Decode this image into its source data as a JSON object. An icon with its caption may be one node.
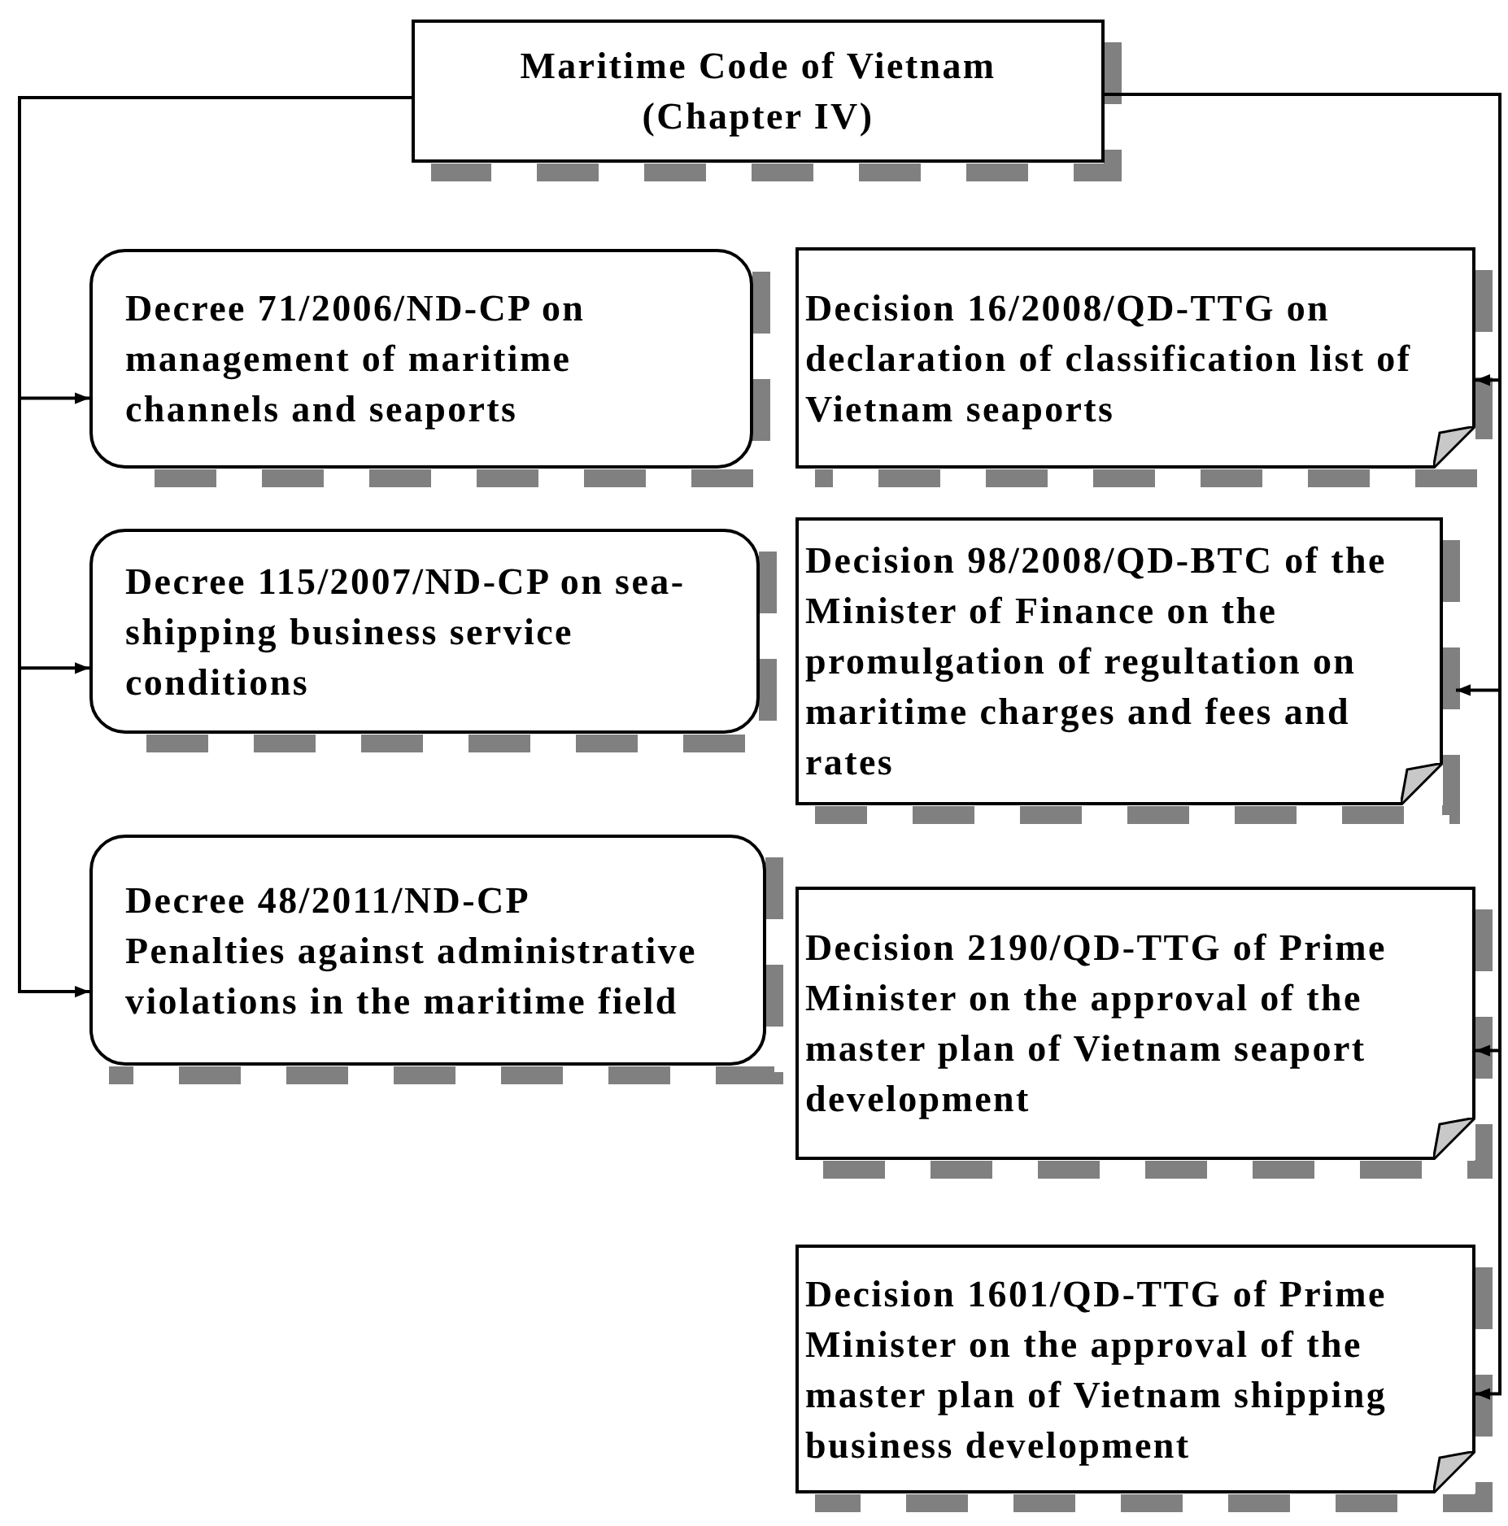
{
  "diagram": {
    "nodes": [
      {
        "text": [
          "Maritime Code of Vietnam (Chapter IV)"
        ]
      },
      {
        "text": [
          "Decree 71/2006/ND-CP on management of maritime channels and seaports"
        ]
      },
      {
        "text": [
          "Decree 115/2007/ND-CP on sea-shipping business service conditions"
        ]
      },
      {
        "text": [
          "Decree 48/2011/ND-CP Penalties against administrative violations in the maritime field"
        ]
      },
      {
        "text": [
          "Decision 16/2008/QD-TTG on declaration of classification list of Vietnam seaports"
        ]
      },
      {
        "text": [
          "Decision 98/2008/QD-BTC of the Minister of Finance on the promulgation of regultation on maritime charges and fees and rates"
        ]
      },
      {
        "text": [
          "Decision 2190/QD-TTG of Prime Minister on the approval of the master plan of Vietnam seaport development"
        ]
      },
      {
        "text": [
          "Decision 1601/QD-TTG of Prime Minister on the approval of the master plan of Vietnam shipping business development"
        ]
      }
    ],
    "edges": [
      {
        "from": 0,
        "to": 1,
        "arrow": "to"
      },
      {
        "from": 0,
        "to": 2,
        "arrow": "to"
      },
      {
        "from": 0,
        "to": 3,
        "arrow": "to"
      },
      {
        "from": 0,
        "to": 4,
        "arrow": "to"
      },
      {
        "from": 0,
        "to": 5,
        "arrow": "to"
      },
      {
        "from": 0,
        "to": 6,
        "arrow": "to"
      },
      {
        "from": 0,
        "to": 7,
        "arrow": "to"
      }
    ]
  }
}
